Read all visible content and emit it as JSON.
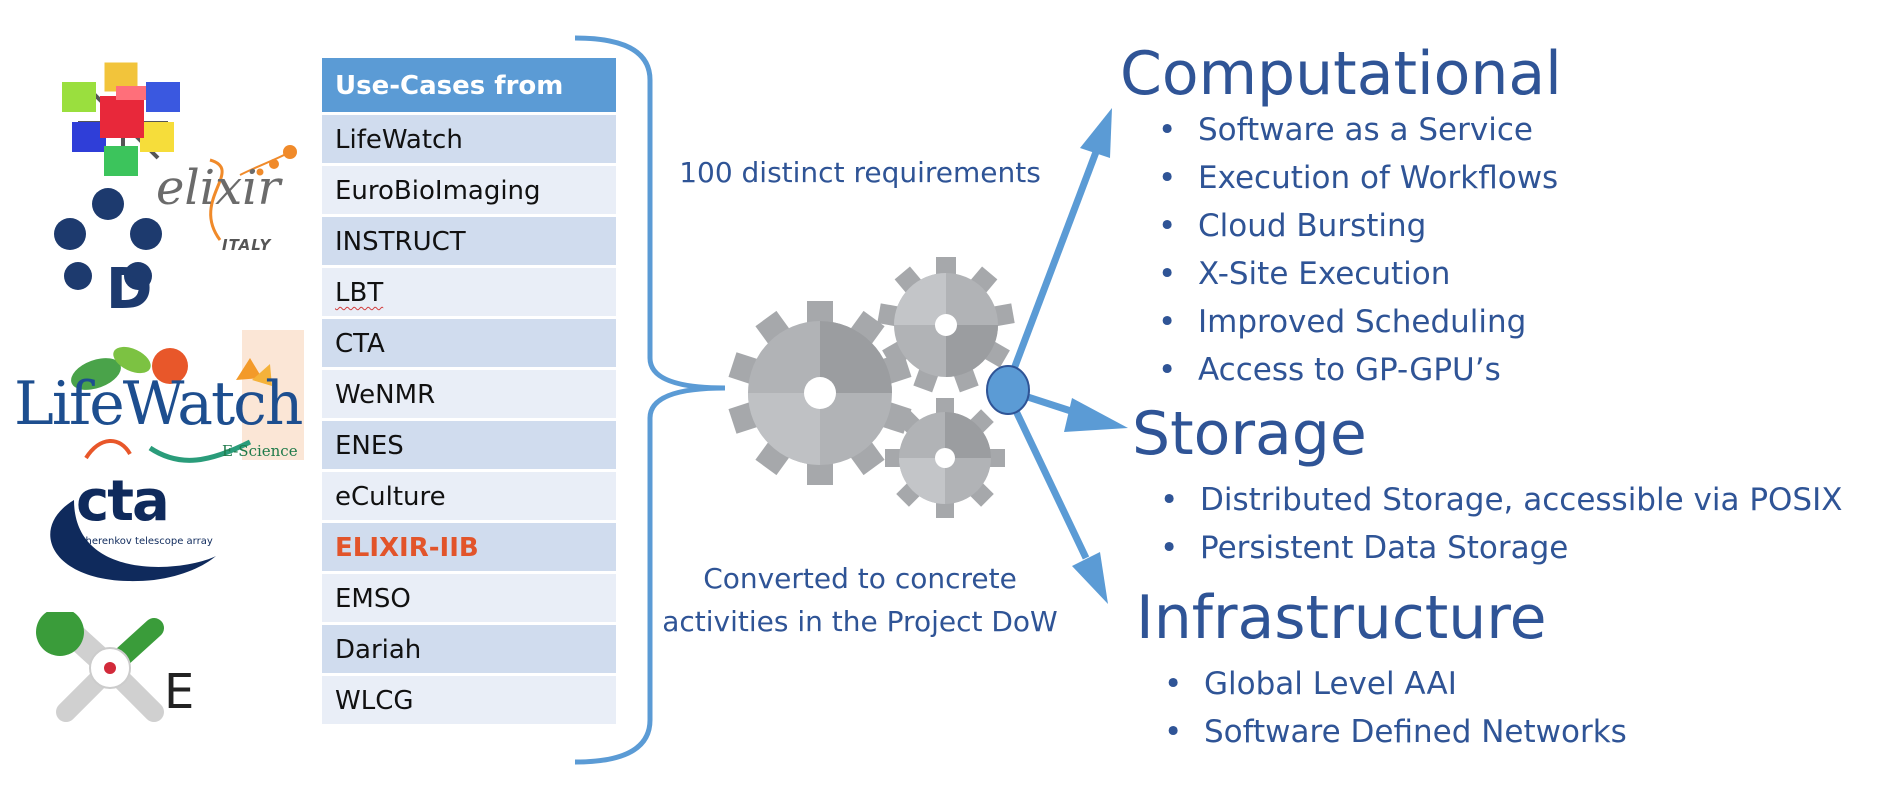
{
  "table": {
    "header": "Use-Cases from",
    "rows": [
      "LifeWatch",
      "EuroBioImaging",
      "INSTRUCT",
      "LBT",
      "CTA",
      "WeNMR",
      "ENES",
      "eCulture",
      "ELIXIR-IIB",
      "EMSO",
      "Dariah",
      "WLCG"
    ],
    "highlight_row": "ELIXIR-IIB"
  },
  "notes": {
    "requirements": "100 distinct requirements",
    "converted_line1": "Converted to concrete",
    "converted_line2": "activities in the Project DoW"
  },
  "sections": [
    {
      "title": "Computational",
      "items": [
        "Software as a Service",
        "Execution of Workflows",
        "Cloud Bursting",
        "X-Site Execution",
        "Improved Scheduling",
        "Access to GP-GPU’s"
      ]
    },
    {
      "title": "Storage",
      "items": [
        "Distributed Storage, accessible via POSIX",
        "Persistent Data Storage"
      ]
    },
    {
      "title": "Infrastructure",
      "items": [
        "Global Level AAI",
        "Software Defined Networks"
      ]
    }
  ],
  "logos": {
    "elixir_word": "elixir",
    "elixir_country": "ITALY",
    "dariah_letter": "D",
    "lifewatch_word": "LifeWatch",
    "lifewatch_sub": "E-Science",
    "cta_word": "cta",
    "cta_sub": "cherenkov telescope array",
    "emso_fragment": "E"
  },
  "colors": {
    "text_blue": "#2f5496",
    "table_header": "#5b9bd5",
    "row_dark": "#d0dcee",
    "row_light": "#e9eef7",
    "highlight": "#e2542a",
    "arrow": "#5b9bd5",
    "gear": "#a6a8ab"
  },
  "icons": [
    "gear-icon",
    "arrow-icon",
    "brace-icon",
    "hub-node-icon"
  ]
}
